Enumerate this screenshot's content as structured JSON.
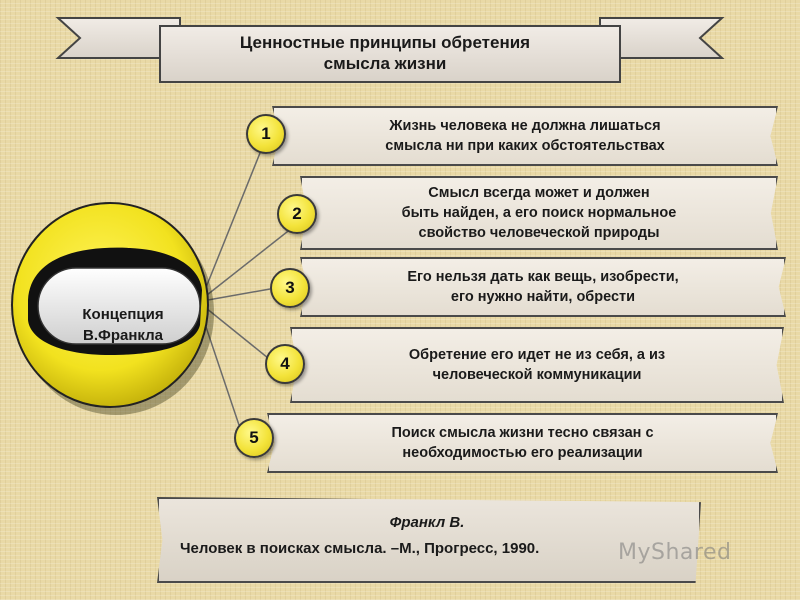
{
  "title": {
    "line1": "Ценностные принципы обретения",
    "line2": "смысла жизни"
  },
  "concept": {
    "line1": "Концепция",
    "line2": "В.Франкла"
  },
  "principles": [
    {
      "number": "1",
      "text": "Жизнь человека не должна лишаться\nсмысла ни  при каких обстоятельствах"
    },
    {
      "number": "2",
      "text": "Смысл всегда может и должен\nбыть найден, а его поиск нормальное\nсвойство человеческой природы"
    },
    {
      "number": "3",
      "text": "Его нельзя дать как вещь,  изобрести,\nего нужно найти,  обрести"
    },
    {
      "number": "4",
      "text": "Обретение его  идет не из себя, а из\nчеловеческой  коммуникации"
    },
    {
      "number": "5",
      "text": "Поиск смысла жизни  тесно связан с\nнеобходимостью  его реализации"
    }
  ],
  "source": {
    "author": "Франкл В.",
    "title": "Человек в поисках смысла. –М., Прогресс, 1990."
  },
  "watermark": "MyShared",
  "colors": {
    "background": "#e9d9a6",
    "box": "#ece6dd",
    "circle": "#f3e33a",
    "disc_yellow": "#f2e21f",
    "disc_black": "#111111"
  }
}
